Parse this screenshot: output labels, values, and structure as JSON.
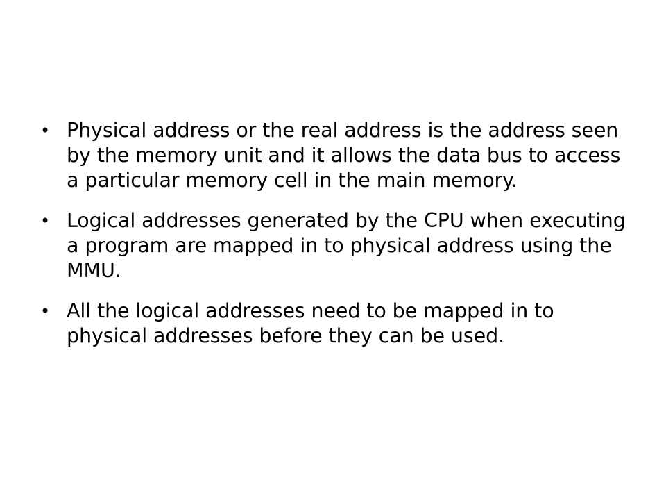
{
  "slide": {
    "bullets": [
      {
        "symbol": "•",
        "text": "Physical address or the real address is the address seen by the memory unit and it allows the data bus to access a particular memory cell in the main memory."
      },
      {
        "symbol": "•",
        "text": "Logical addresses generated by the CPU when executing a program are mapped in to physical address using the MMU."
      },
      {
        "symbol": "•",
        "text": "All the logical addresses need to be mapped in to physical addresses before they can be used."
      }
    ]
  }
}
